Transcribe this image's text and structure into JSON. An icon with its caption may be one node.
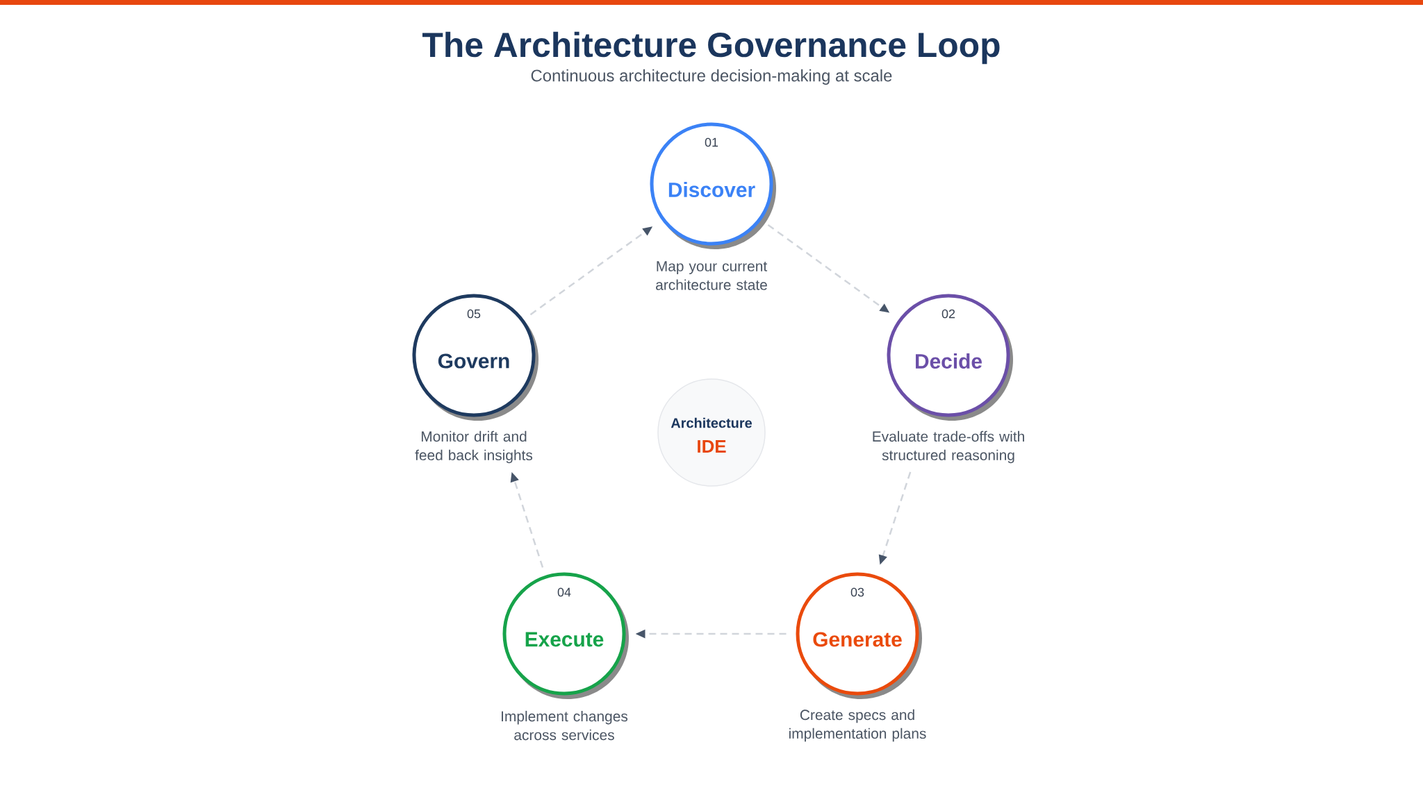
{
  "diagram": {
    "title": "The Architecture Governance Loop",
    "nodes": [
      {
        "text": [
          "01",
          "Discover"
        ],
        "beside": [
          "Map your current architecture state"
        ]
      },
      {
        "text": [
          "02",
          "Decide"
        ],
        "beside": [
          "Evaluate trade-offs with structured reasoning"
        ]
      },
      {
        "text": [
          "03",
          "Generate"
        ],
        "beside": [
          "Create specs and implementation plans"
        ]
      },
      {
        "text": [
          "04",
          "Execute"
        ],
        "beside": [
          "Implement changes across services"
        ]
      },
      {
        "text": [
          "05",
          "Govern"
        ],
        "beside": [
          "Monitor drift and feed back insights"
        ]
      },
      {
        "text": [
          "Architecture",
          "IDE"
        ]
      }
    ],
    "edges": [
      {
        "from": 0,
        "to": 1,
        "arrow": "to",
        "style": "dashed"
      },
      {
        "from": 1,
        "to": 2,
        "arrow": "to",
        "style": "dashed"
      },
      {
        "from": 2,
        "to": 3,
        "arrow": "to",
        "style": "dashed"
      },
      {
        "from": 3,
        "to": 4,
        "arrow": "to",
        "style": "dashed"
      },
      {
        "from": 4,
        "to": 0,
        "arrow": "to",
        "style": "dashed"
      }
    ],
    "labels": [
      "Continuous architecture decision-making at scale"
    ]
  }
}
